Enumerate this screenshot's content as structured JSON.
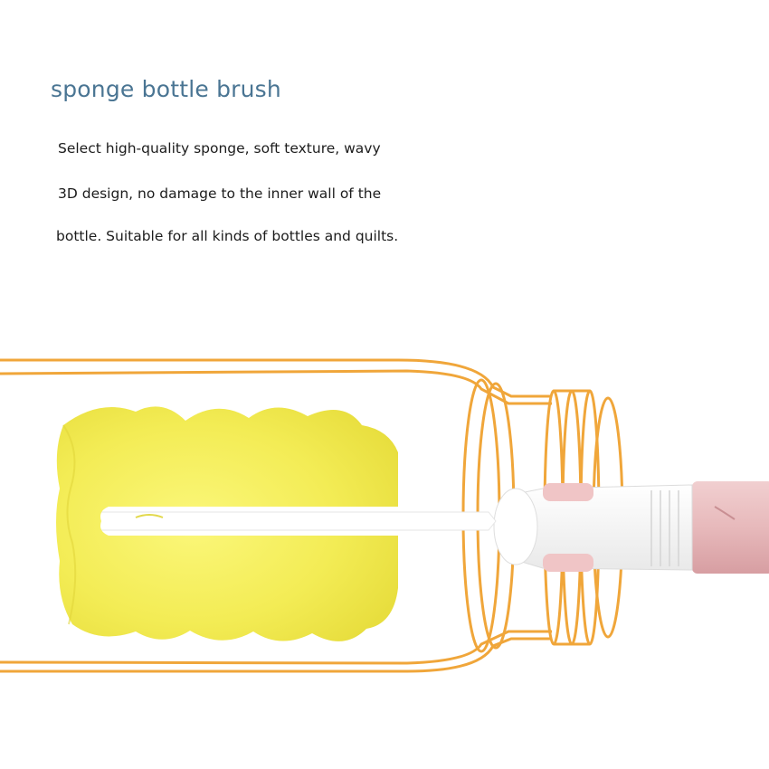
{
  "heading": "sponge bottle brush",
  "description": [
    "Select high-quality sponge, soft texture, wavy",
    "3D design, no damage to the inner wall of the",
    "bottle. Suitable for all kinds of bottles and quilts."
  ],
  "colors": {
    "heading": "#4a7593",
    "bottle_outline": "#f0a63a",
    "sponge": "#f4ef5c",
    "handle": "#e9bfc0"
  }
}
